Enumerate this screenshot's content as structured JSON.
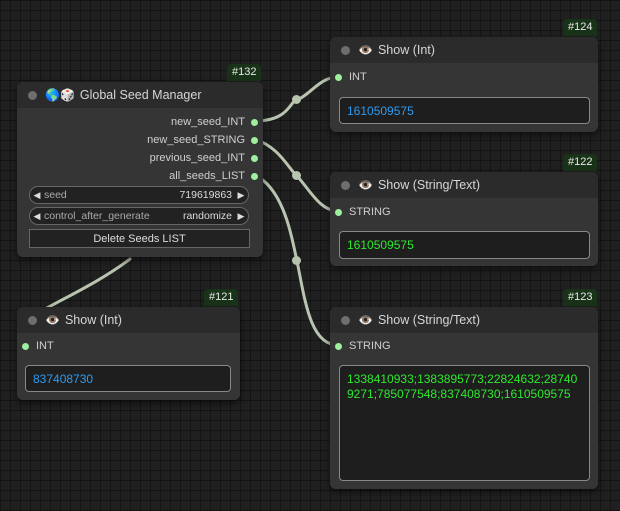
{
  "colors": {
    "wire": "#b8c4b0",
    "slot": "#9ef09e",
    "int_text": "#2d9bf0",
    "string_text": "#2dea2d",
    "badge_bg": "#193319"
  },
  "nodes": {
    "seed_manager": {
      "id": "#132",
      "icon": "🌎🎲",
      "title": "Global Seed Manager",
      "outputs": [
        "new_seed_INT",
        "new_seed_STRING",
        "previous_seed_INT",
        "all_seeds_LIST"
      ],
      "widgets": {
        "seed": {
          "label": "seed",
          "value": "719619863"
        },
        "control": {
          "label": "control_after_generate",
          "value": "randomize"
        }
      },
      "button": "Delete Seeds LIST"
    },
    "show_int_124": {
      "id": "#124",
      "icon": "👁️",
      "title": "Show (Int)",
      "input": "INT",
      "value": "1610509575"
    },
    "show_string_122": {
      "id": "#122",
      "icon": "👁️",
      "title": "Show (String/Text)",
      "input": "STRING",
      "value": "1610509575"
    },
    "show_int_121": {
      "id": "#121",
      "icon": "👁️",
      "title": "Show (Int)",
      "input": "INT",
      "value": "837408730"
    },
    "show_string_123": {
      "id": "#123",
      "icon": "👁️",
      "title": "Show (String/Text)",
      "input": "STRING",
      "value": "1338410933;1383895773;22824632;287409271;785077548;837408730;1610509575"
    }
  }
}
